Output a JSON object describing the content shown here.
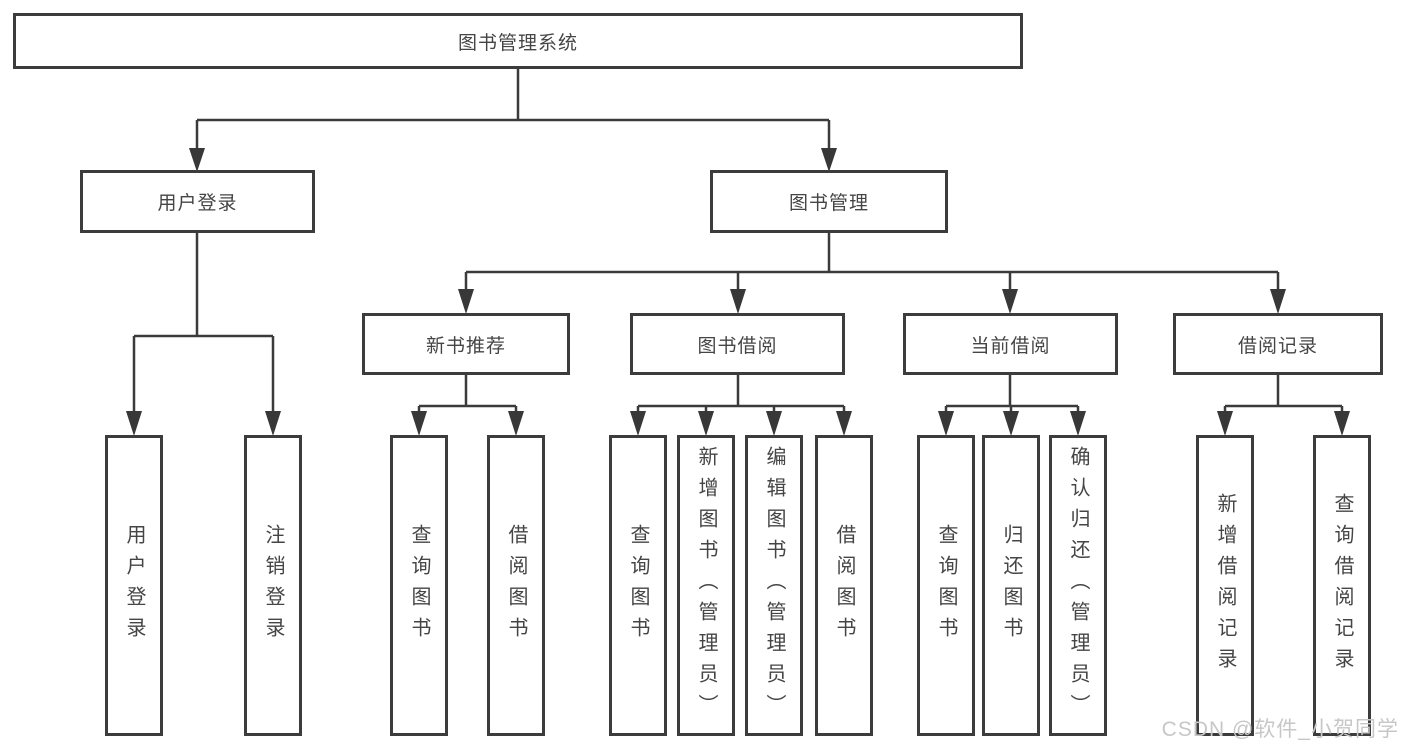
{
  "diagram": {
    "type": "tree",
    "colors": {
      "line": "#3b3b3b",
      "box_border": "#3c3c3c",
      "box_fill": "#ffffff",
      "text": "#454545",
      "watermark": "#c7c7c7"
    },
    "tree": {
      "label": "图书管理系统",
      "children": [
        {
          "label": "用户登录",
          "children": [
            {
              "label": "用户登录"
            },
            {
              "label": "注销登录"
            }
          ]
        },
        {
          "label": "图书管理",
          "children": [
            {
              "label": "新书推荐",
              "children": [
                {
                  "label": "查询图书"
                },
                {
                  "label": "借阅图书"
                }
              ]
            },
            {
              "label": "图书借阅",
              "children": [
                {
                  "label": "查询图书"
                },
                {
                  "label": "新增图书（管理员）"
                },
                {
                  "label": "编辑图书（管理员）"
                },
                {
                  "label": "借阅图书"
                }
              ]
            },
            {
              "label": "当前借阅",
              "children": [
                {
                  "label": "查询图书"
                },
                {
                  "label": "归还图书"
                },
                {
                  "label": "确认归还（管理员）"
                }
              ]
            },
            {
              "label": "借阅记录",
              "children": [
                {
                  "label": "新增借阅记录"
                },
                {
                  "label": "查询借阅记录"
                }
              ]
            }
          ]
        }
      ]
    }
  },
  "watermark": {
    "text": "CSDN @软件_小贺同学"
  }
}
